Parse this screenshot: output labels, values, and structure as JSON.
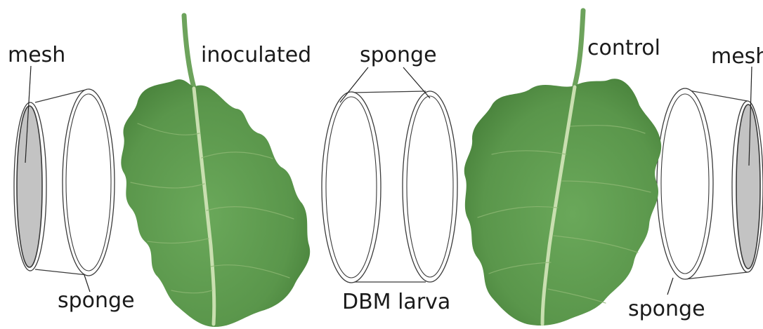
{
  "labels": {
    "mesh_left": "mesh",
    "inoculated": "inoculated",
    "sponge_center": "sponge",
    "control": "control",
    "mesh_right": "mesh",
    "sponge_left": "sponge",
    "dbm_larva": "DBM larva",
    "sponge_right": "sponge"
  },
  "colors": {
    "leaf": "#5f9b4e",
    "leaf_dark": "#467f39",
    "vein": "#c9dfb0",
    "mesh": "#c3c3c3",
    "outline": "#3a3a3a"
  }
}
